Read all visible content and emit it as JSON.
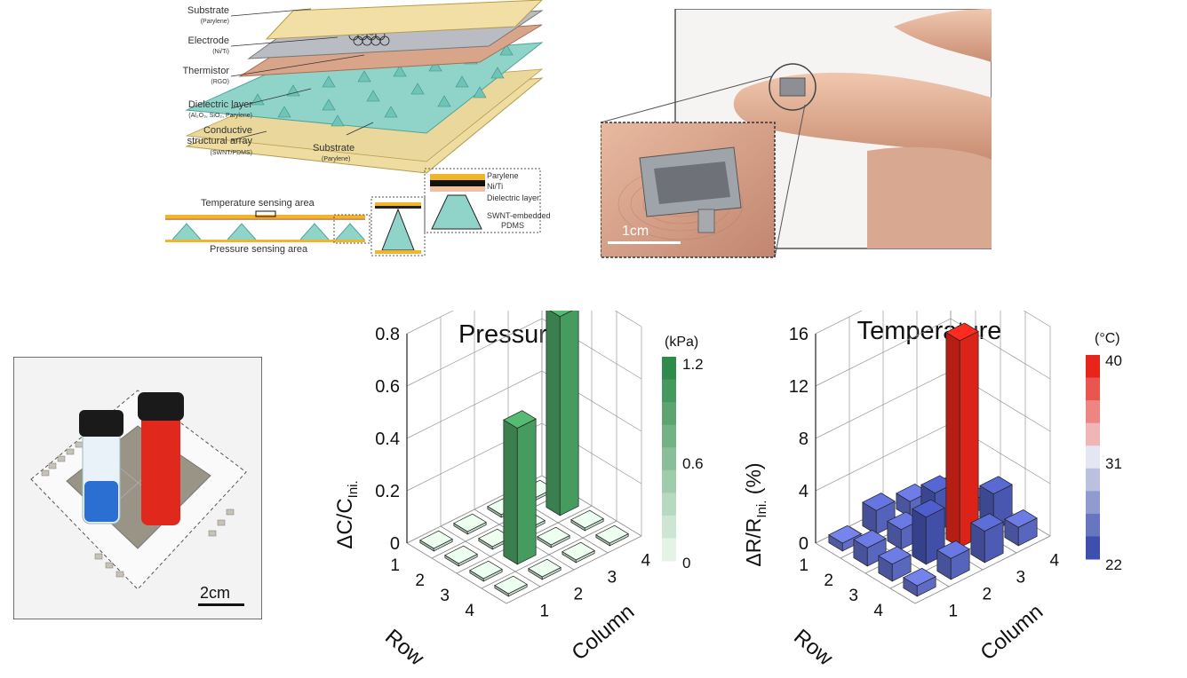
{
  "schematic": {
    "layers": [
      {
        "name": "Substrate",
        "material": "(Parylene)"
      },
      {
        "name": "Electrode",
        "material": "(Ni/Ti)"
      },
      {
        "name": "Thermistor",
        "material": "(RGO)"
      },
      {
        "name": "Dielectric layer",
        "material": "(Al₂O₃, SiO₂, Parylene)"
      },
      {
        "name": "Conductive\nstructural array",
        "material": "(SWNT/PDMS)"
      }
    ],
    "bottom_substrate": {
      "name": "Substrate",
      "material": "(Parylene)"
    },
    "cross_section": {
      "temp_area": "Temperature sensing area",
      "pressure_area": "Pressure sensing area",
      "inset_labels": [
        "Parylene",
        "Ni/Ti",
        "Dielectric layer",
        "SWNT-embedded",
        "PDMS"
      ]
    },
    "colors": {
      "substrate": "#f2dfa6",
      "electrode": "#b9bcc2",
      "thermistor": "#d9a58a",
      "dielectric": "#8fd3c9",
      "array": "#e6d49a"
    }
  },
  "finger_photo": {
    "scale_bar": "1cm"
  },
  "vial_photo": {
    "scale_bar": "2cm",
    "colors": {
      "blue": "#2a6fd1",
      "red": "#e0281c"
    }
  },
  "chart_data": [
    {
      "type": "bar3d",
      "title": "Pressure",
      "ylabel": "ΔC/C",
      "ylabel_sub": "Ini.",
      "zlim": [
        0,
        0.8
      ],
      "z_ticks": [
        "0",
        "0.2",
        "0.4",
        "0.6",
        "0.8"
      ],
      "row_label": "Row",
      "column_label": "Column",
      "row_ticks": [
        "1",
        "2",
        "3",
        "4"
      ],
      "column_ticks": [
        "1",
        "2",
        "3",
        "4"
      ],
      "colorbar": {
        "unit": "(kPa)",
        "ticks": [
          "1.2",
          "0.6",
          "0"
        ],
        "color_high": "#2e8b4a",
        "color_low": "#e4f3e6"
      },
      "grid": [
        [
          0.01,
          0.01,
          0.01,
          0.01
        ],
        [
          0.01,
          0.52,
          0.01,
          0.01
        ],
        [
          0.01,
          0.01,
          0.01,
          0.76
        ],
        [
          0.01,
          0.01,
          0.01,
          0.01
        ]
      ]
    },
    {
      "type": "bar3d",
      "title": "Temperature",
      "ylabel": "ΔR/R",
      "ylabel_sub": "Ini.",
      "ylabel_unit": " (%)",
      "zlim": [
        0,
        16
      ],
      "z_ticks": [
        "0",
        "4",
        "8",
        "12",
        "16"
      ],
      "row_label": "Row",
      "column_label": "Column",
      "row_ticks": [
        "1",
        "2",
        "3",
        "4"
      ],
      "column_ticks": [
        "1",
        "2",
        "3",
        "4"
      ],
      "colorbar": {
        "unit": "(°C)",
        "ticks": [
          "40",
          "31",
          "22"
        ],
        "color_high": "#e8251b",
        "color_low": "#3f4fae"
      },
      "grid": [
        [
          0.8,
          1.6,
          2.4,
          1.4
        ],
        [
          1.3,
          3.6,
          15.8,
          2.8
        ],
        [
          1.4,
          1.5,
          3.0,
          1.0
        ],
        [
          0.6,
          1.8,
          1.2,
          0.5
        ]
      ]
    }
  ]
}
